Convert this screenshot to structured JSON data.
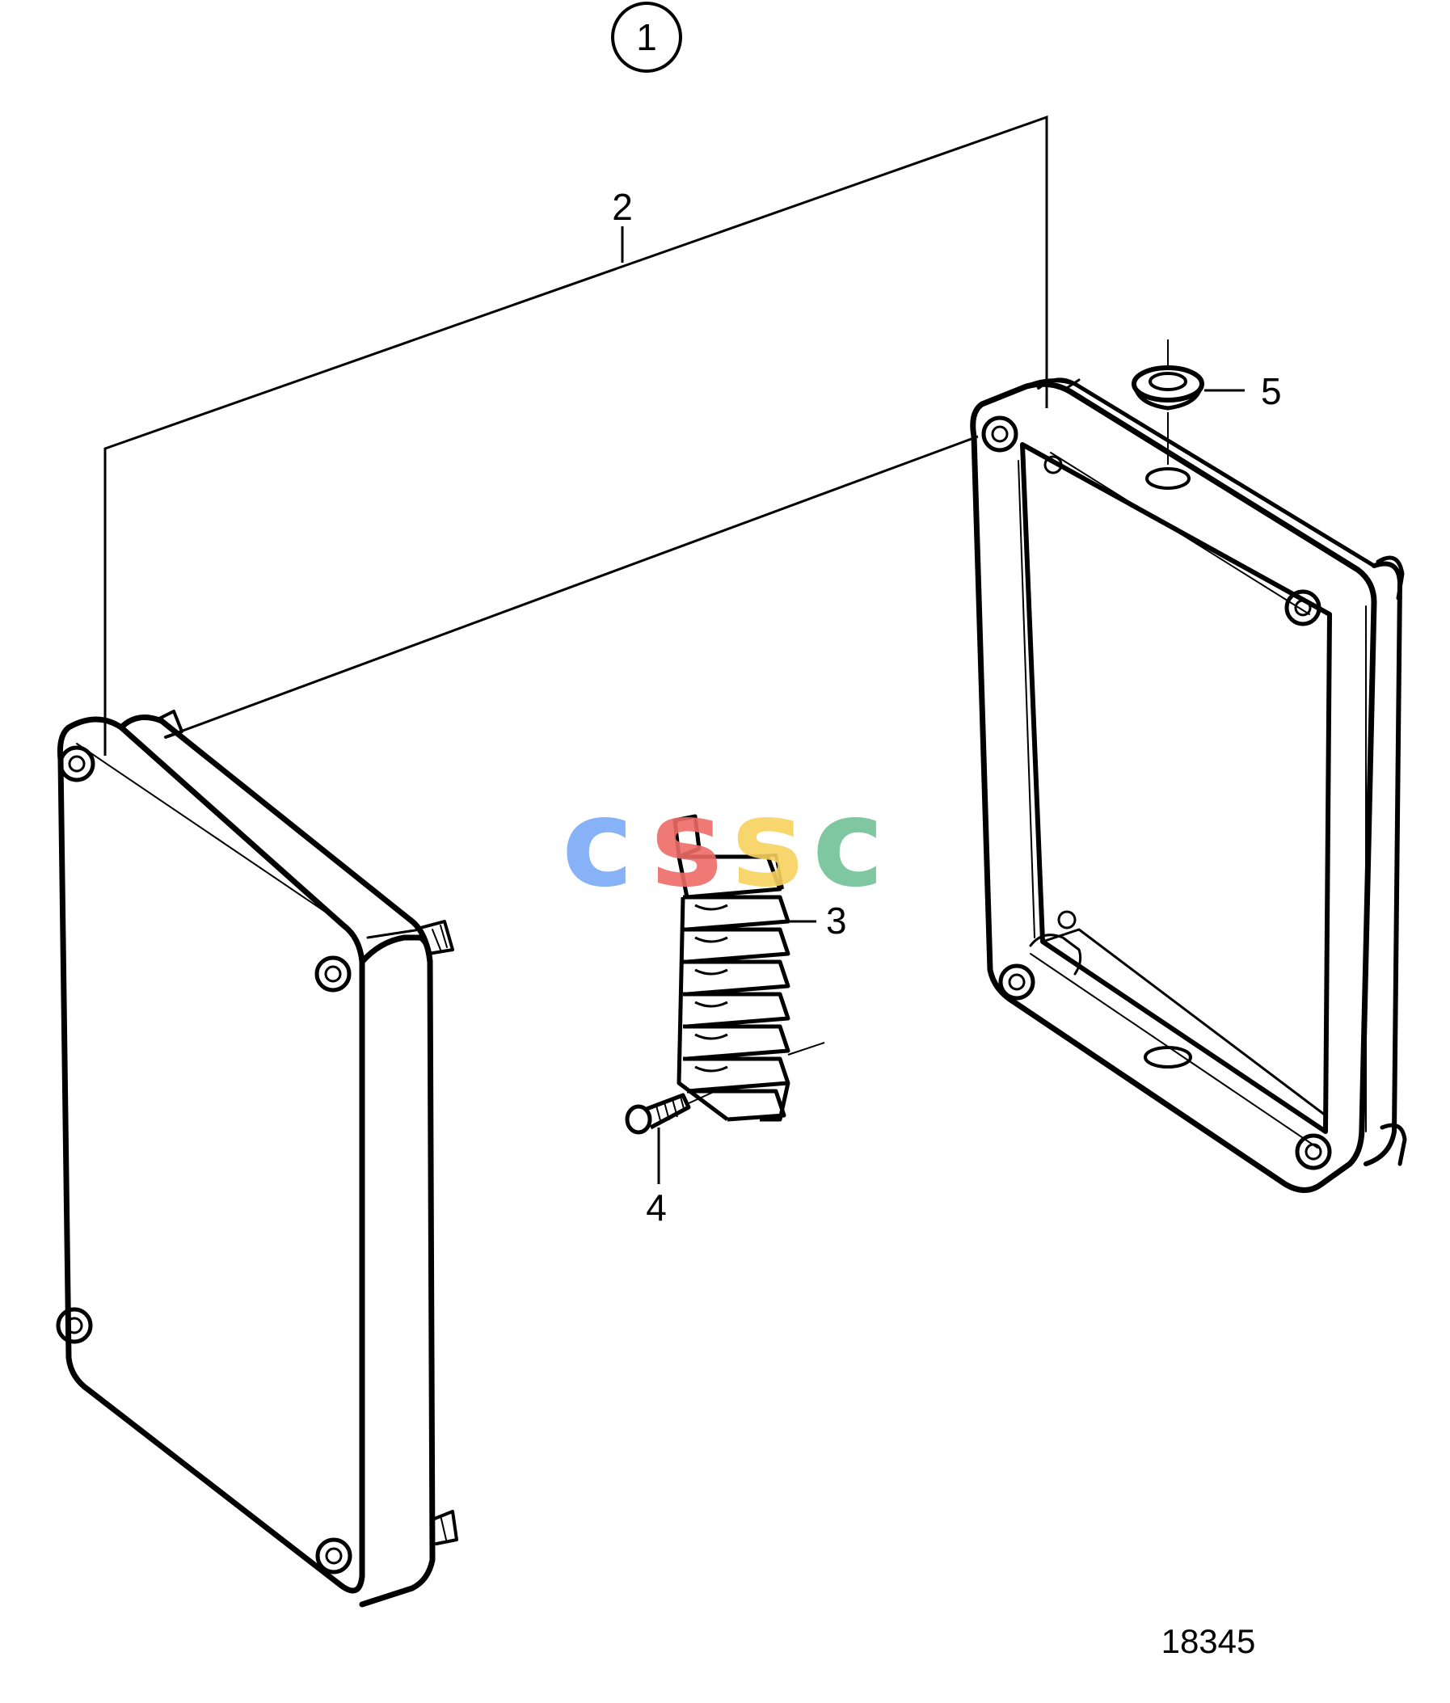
{
  "diagram": {
    "group_callout": "1",
    "callouts": [
      {
        "id": "2",
        "label": "2"
      },
      {
        "id": "3",
        "label": "3"
      },
      {
        "id": "4",
        "label": "4"
      },
      {
        "id": "5",
        "label": "5"
      }
    ],
    "figure_number": "18345"
  },
  "watermark": {
    "letters": [
      "c",
      "s",
      "s",
      "c"
    ],
    "colors": [
      "#7baaf7",
      "#ee6b67",
      "#f8d25f",
      "#72c196"
    ]
  },
  "colors": {
    "line": "#000000",
    "background": "#ffffff"
  }
}
